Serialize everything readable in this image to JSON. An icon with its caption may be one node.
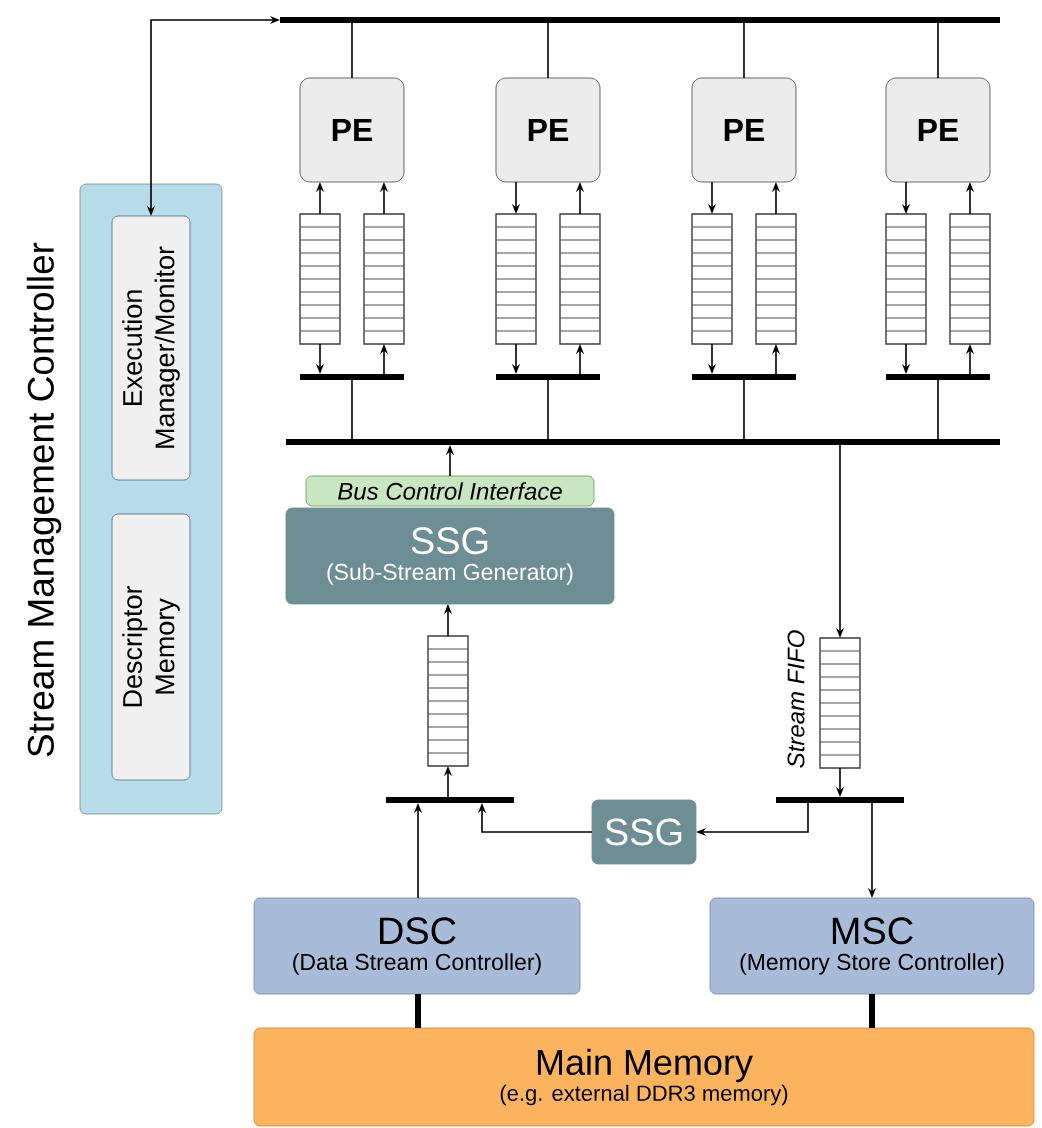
{
  "diagram": {
    "nodes": [
      {
        "text": [
          "Stream Management Controller"
        ]
      },
      {
        "text": [
          "Execution Manager/Monitor"
        ],
        "in": 0
      },
      {
        "text": [
          "Descriptor Memory"
        ],
        "in": 0
      },
      {
        "text": [],
        "shape": "bar"
      },
      {
        "text": [
          "PE"
        ]
      },
      {
        "text": [
          "PE"
        ]
      },
      {
        "text": [
          "PE"
        ]
      },
      {
        "text": [
          "PE"
        ]
      },
      {
        "text": [],
        "shape": "box"
      },
      {
        "text": [],
        "shape": "box"
      },
      {
        "text": [],
        "shape": "box"
      },
      {
        "text": [],
        "shape": "box"
      },
      {
        "text": [],
        "shape": "box"
      },
      {
        "text": [],
        "shape": "box"
      },
      {
        "text": [],
        "shape": "box"
      },
      {
        "text": [],
        "shape": "box"
      },
      {
        "text": [],
        "shape": "bar"
      },
      {
        "text": [],
        "shape": "bar"
      },
      {
        "text": [],
        "shape": "bar"
      },
      {
        "text": [],
        "shape": "bar"
      },
      {
        "text": [],
        "shape": "bar"
      },
      {
        "text": [
          "Bus Control Interface"
        ]
      },
      {
        "text": [
          "SSG",
          "(Sub-Stream Generator)"
        ]
      },
      {
        "text": [],
        "shape": "box"
      },
      {
        "text": [],
        "shape": "box",
        "beside": [
          "Stream FIFO"
        ]
      },
      {
        "text": [],
        "shape": "bar"
      },
      {
        "text": [],
        "shape": "bar"
      },
      {
        "text": [
          "SSG"
        ]
      },
      {
        "text": [
          "DSC",
          "(Data Stream Controller)"
        ]
      },
      {
        "text": [
          "MSC",
          "(Memory Store Controller)"
        ]
      },
      {
        "text": [
          "Main Memory",
          "(e.g. external DDR3 memory)"
        ]
      }
    ],
    "edges": [
      {
        "from": 3,
        "to": 1,
        "arrow": "both"
      },
      {
        "from": 3,
        "to": 4,
        "arrow": "none"
      },
      {
        "from": 3,
        "to": 5,
        "arrow": "none"
      },
      {
        "from": 3,
        "to": 6,
        "arrow": "none"
      },
      {
        "from": 3,
        "to": 7,
        "arrow": "none"
      },
      {
        "from": 8,
        "to": 4,
        "arrow": "to"
      },
      {
        "from": 8,
        "to": 16,
        "arrow": "to"
      },
      {
        "from": 16,
        "to": 9,
        "arrow": "to"
      },
      {
        "from": 9,
        "to": 4,
        "arrow": "to"
      },
      {
        "from": 5,
        "to": 10,
        "arrow": "to"
      },
      {
        "from": 10,
        "to": 17,
        "arrow": "to"
      },
      {
        "from": 17,
        "to": 11,
        "arrow": "to"
      },
      {
        "from": 11,
        "to": 5,
        "arrow": "to"
      },
      {
        "from": 6,
        "to": 12,
        "arrow": "to"
      },
      {
        "from": 12,
        "to": 18,
        "arrow": "to"
      },
      {
        "from": 18,
        "to": 13,
        "arrow": "to"
      },
      {
        "from": 13,
        "to": 6,
        "arrow": "to"
      },
      {
        "from": 7,
        "to": 14,
        "arrow": "to"
      },
      {
        "from": 14,
        "to": 19,
        "arrow": "to"
      },
      {
        "from": 19,
        "to": 15,
        "arrow": "to"
      },
      {
        "from": 15,
        "to": 7,
        "arrow": "to"
      },
      {
        "from": 16,
        "to": 20,
        "arrow": "none"
      },
      {
        "from": 17,
        "to": 20,
        "arrow": "none"
      },
      {
        "from": 18,
        "to": 20,
        "arrow": "none"
      },
      {
        "from": 19,
        "to": 20,
        "arrow": "none"
      },
      {
        "from": 21,
        "to": 20,
        "arrow": "to"
      },
      {
        "from": 23,
        "to": 22,
        "arrow": "to"
      },
      {
        "from": 25,
        "to": 23,
        "arrow": "to"
      },
      {
        "from": 20,
        "to": 24,
        "arrow": "to"
      },
      {
        "from": 24,
        "to": 26,
        "arrow": "to"
      },
      {
        "from": 26,
        "to": 27,
        "arrow": "to"
      },
      {
        "from": 27,
        "to": 25,
        "arrow": "to"
      },
      {
        "from": 28,
        "to": 25,
        "arrow": "to"
      },
      {
        "from": 26,
        "to": 29,
        "arrow": "to"
      },
      {
        "from": 28,
        "to": 30,
        "arrow": "none",
        "style": "thick"
      },
      {
        "from": 29,
        "to": 30,
        "arrow": "none",
        "style": "thick"
      }
    ]
  }
}
